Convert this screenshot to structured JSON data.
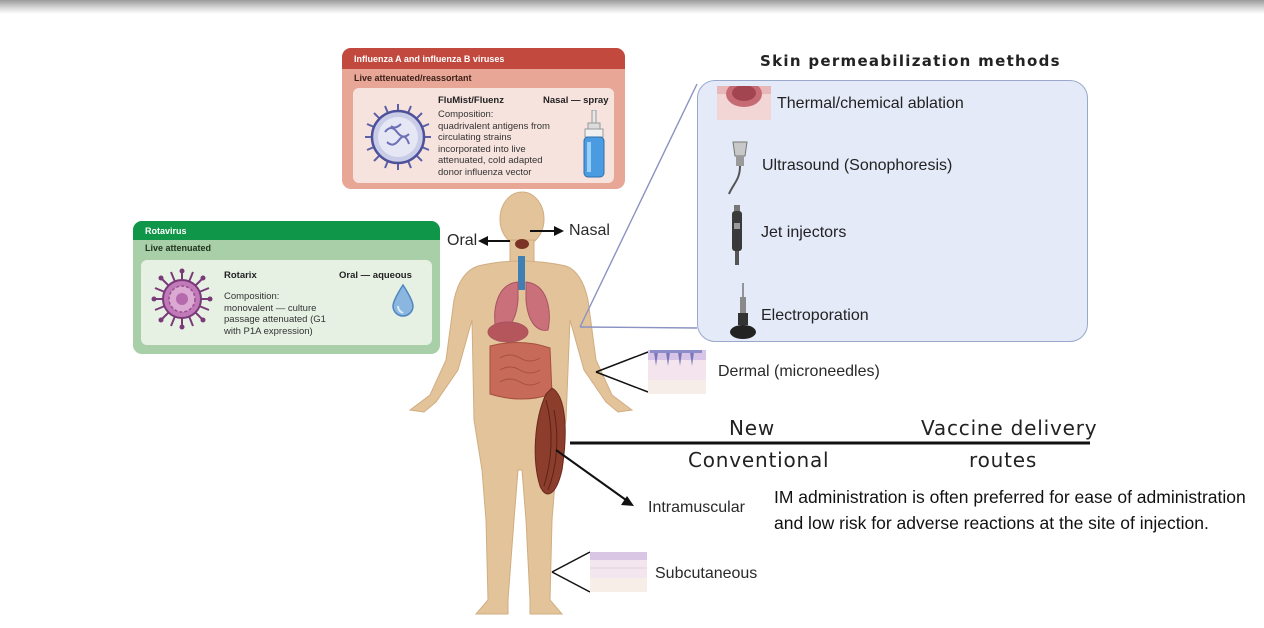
{
  "influenza_card": {
    "header": "Influenza A and influenza B viruses",
    "subheader": "Live attenuated/reassortant",
    "product": "FluMist/Fluenz",
    "route": "Nasal — spray",
    "composition": [
      "Composition:",
      "quadrivalent antigens from",
      "circulating strains",
      "incorporated into live",
      "attenuated, cold adapted",
      "donor influenza vector"
    ],
    "colors": {
      "header": "#c1493e",
      "body": "#e8a696"
    }
  },
  "rotavirus_card": {
    "header": "Rotavirus",
    "subheader": "Live attenuated",
    "product": "Rotarix",
    "route": "Oral — aqueous",
    "composition": [
      "Composition:",
      "monovalent — culture",
      "passage attenuated (G1",
      "with P1A expression)"
    ],
    "colors": {
      "header": "#0f9648",
      "body": "#a9cfa8"
    }
  },
  "skin_methods": {
    "title": "Skin permeabilization methods",
    "items": [
      {
        "label": "Thermal/chemical ablation",
        "icon": "skin-ablation-icon"
      },
      {
        "label": "Ultrasound (Sonophoresis)",
        "icon": "ultrasound-probe-icon"
      },
      {
        "label": "Jet injectors",
        "icon": "jet-injector-icon"
      },
      {
        "label": "Electroporation",
        "icon": "electroporation-icon"
      }
    ]
  },
  "routes": {
    "oral": "Oral",
    "nasal": "Nasal",
    "dermal": "Dermal (microneedles)",
    "intramuscular": "Intramuscular",
    "subcutaneous": "Subcutaneous"
  },
  "classification": {
    "new": "New",
    "conventional": "Conventional",
    "vaccine_delivery": "Vaccine delivery",
    "routes": "routes"
  },
  "note": "IM administration is often preferred for ease of administration and low risk for adverse reactions at the site of injection."
}
